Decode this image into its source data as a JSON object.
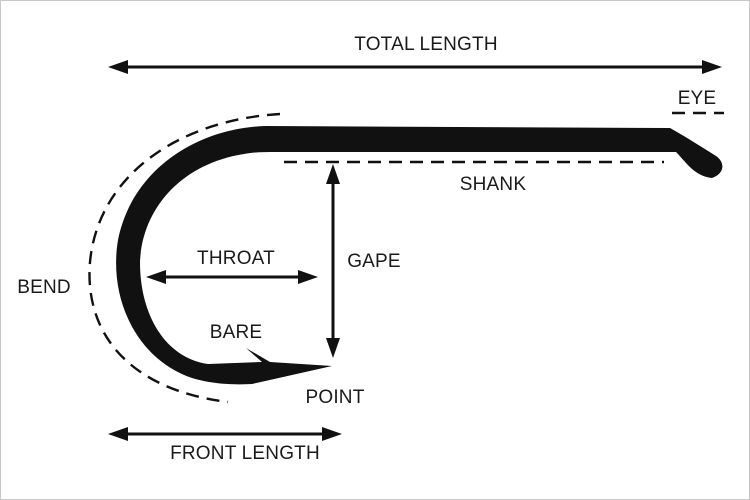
{
  "labels": {
    "total_length": "TOTAL LENGTH",
    "eye": "EYE",
    "shank": "SHANK",
    "throat": "THROAT",
    "gape": "GAPE",
    "bend": "BEND",
    "bare": "BARE",
    "point": "POINT",
    "front_length": "FRONT LENGTH"
  },
  "colors": {
    "ink": "#111111",
    "background": "#ffffff",
    "frame": "#c8c8c8"
  }
}
